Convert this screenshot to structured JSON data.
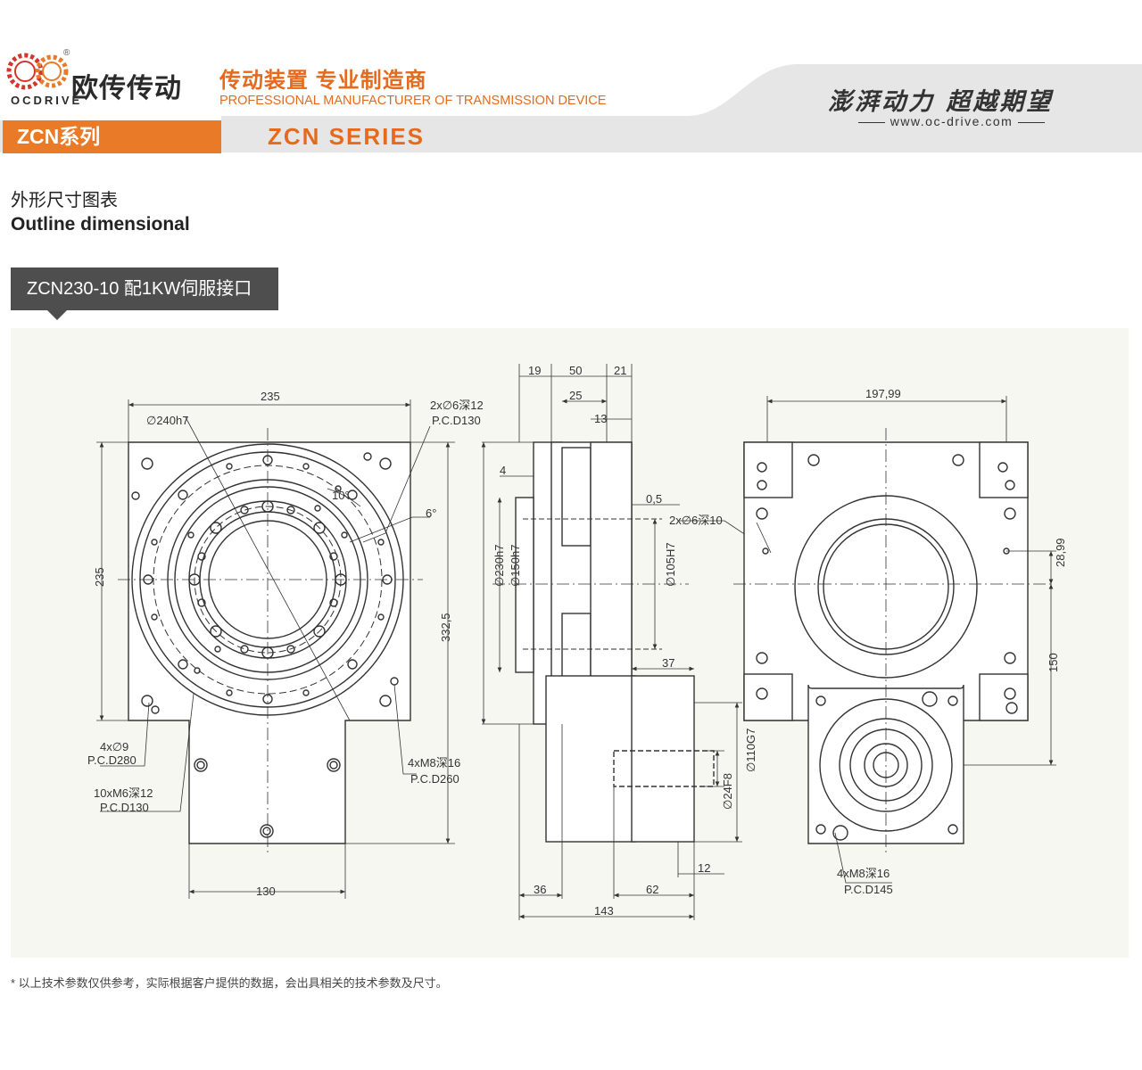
{
  "brand": {
    "logo_text": "欧传",
    "name_cn": "欧传传动",
    "name_en": "OCDRIVE",
    "registered": "®",
    "slogan_cn": "传动装置 专业制造商",
    "slogan_en": "PROFESSIONAL MANUFACTURER OF TRANSMISSION DEVICE",
    "motto": "澎湃动力 超越期望",
    "website": "www.oc-drive.com"
  },
  "series": {
    "tab_label": "ZCN系列",
    "title_en": "ZCN SERIES"
  },
  "section": {
    "title_cn": "外形尺寸图表",
    "title_en": "Outline dimensional",
    "model_label": "ZCN230-10 配1KW伺服接口"
  },
  "drawing": {
    "front": {
      "width": "235",
      "height": "235",
      "d240": "∅240h7",
      "hole_note_1": "2x∅6深12",
      "hole_note_1b": "P.C.D130",
      "angle_10": "10°",
      "angle_6": "6°",
      "overall_height": "332,5",
      "mount_note": "4x∅9",
      "mount_note_b": "P.C.D280",
      "m6_note": "10xM6深12",
      "m6_note_b": "P.C.D130",
      "m8_note": "4xM8深16",
      "m8_note_b": "P.C.D260",
      "bottom_width": "130"
    },
    "side": {
      "d19": "19",
      "d50": "50",
      "d21": "21",
      "d25": "25",
      "d13": "13",
      "d4": "4",
      "d05": "0,5",
      "hole_note": "2x∅6深10",
      "d230": "∅230h7",
      "d150": "∅150h7",
      "d105": "∅105H7",
      "d37": "37",
      "d110": "∅110G7",
      "d24": "∅24F8",
      "d12": "12",
      "d36": "36",
      "d62": "62",
      "d143": "143"
    },
    "back": {
      "width": "197,99",
      "d2899": "28,99",
      "d150": "150",
      "m8_note": "4xM8深16",
      "m8_note_b": "P.C.D145"
    }
  },
  "footnote": "* 以上技术参数仅供参考，实际根据客户提供的数据，会出具相关的技术参数及尺寸。"
}
